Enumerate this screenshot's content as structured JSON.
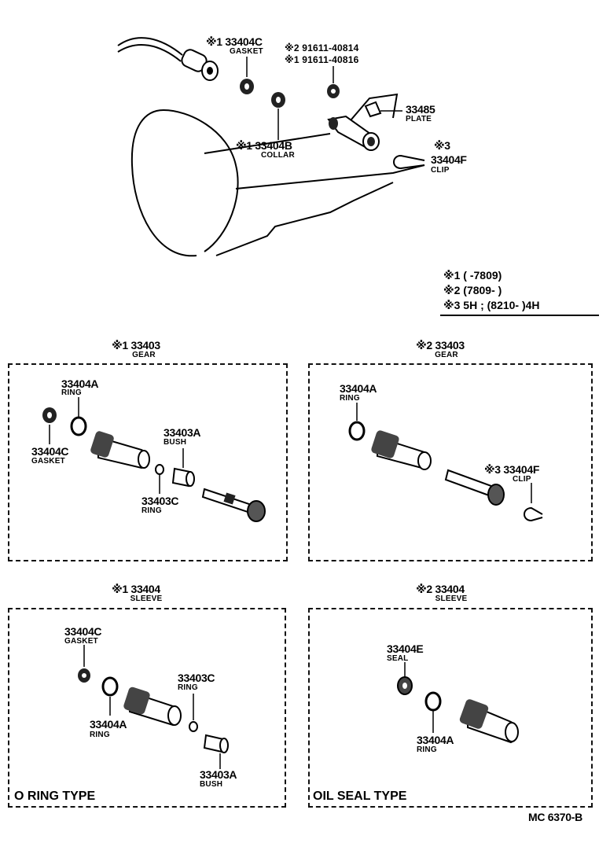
{
  "top": {
    "gasket_num": "※1 33404C",
    "gasket_name": "GASKET",
    "alt1": "※2 91611-40814",
    "alt2": "※1 91611-40816",
    "collar_num": "※1 33404B",
    "collar_name": "COLLAR",
    "plate_num": "33485",
    "plate_name": "PLATE",
    "clip_mark": "※3",
    "clip_num": "33404F",
    "clip_name": "CLIP"
  },
  "legend": {
    "row1": "※1 (        -7809)",
    "row2": "※2 (7809-        )",
    "row3": "※3 5H ; (8210-        )4H"
  },
  "gear1": {
    "title_num": "※1 33403",
    "title_name": "GEAR",
    "ring_num": "33404A",
    "ring_name": "RING",
    "gasket_num": "33404C",
    "gasket_name": "GASKET",
    "bush_num": "33403A",
    "bush_name": "BUSH",
    "ring2_num": "33403C",
    "ring2_name": "RING"
  },
  "gear2": {
    "title_num": "※2 33403",
    "title_name": "GEAR",
    "ring_num": "33404A",
    "ring_name": "RING",
    "clip_num": "※3 33404F",
    "clip_name": "CLIP"
  },
  "sleeve1": {
    "title_num": "※1 33404",
    "title_name": "SLEEVE",
    "gasket_num": "33404C",
    "gasket_name": "GASKET",
    "ring_num": "33404A",
    "ring_name": "RING",
    "ring2_num": "33403C",
    "ring2_name": "RING",
    "bush_num": "33403A",
    "bush_name": "BUSH",
    "type": "O RING TYPE"
  },
  "sleeve2": {
    "title_num": "※2 33404",
    "title_name": "SLEEVE",
    "seal_num": "33404E",
    "seal_name": "SEAL",
    "ring_num": "33404A",
    "ring_name": "RING",
    "type": "OIL SEAL TYPE"
  },
  "code": "MC  6370-B"
}
